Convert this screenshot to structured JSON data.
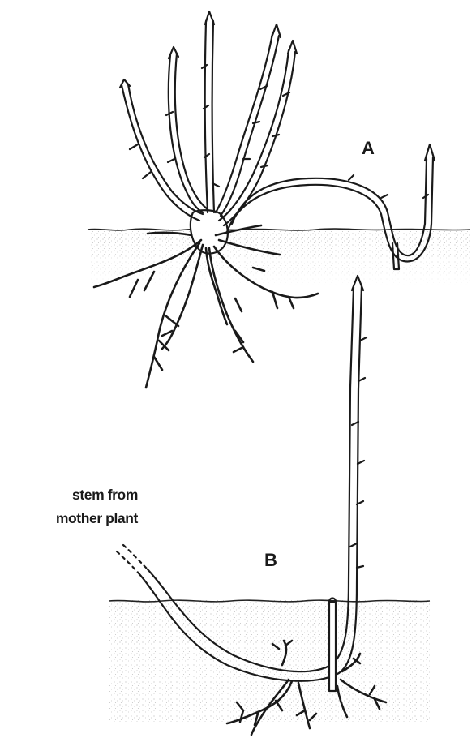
{
  "diagram": {
    "label_a": "A",
    "label_b": "B",
    "caption_line1": "stem from",
    "caption_line2": "mother plant"
  },
  "colors": {
    "ink": "#1a1a1a",
    "soil_speckle": "#b8b8b8",
    "background": "#ffffff"
  }
}
